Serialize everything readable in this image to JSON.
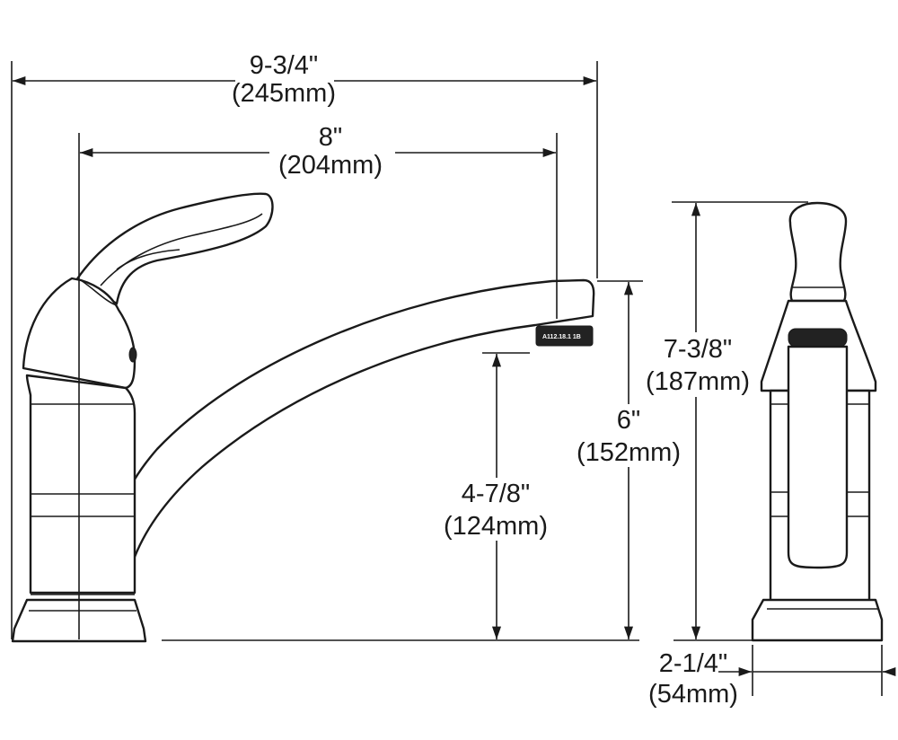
{
  "dimensions": {
    "overall_width": {
      "imperial": "9-3/4\"",
      "metric": "(245mm)"
    },
    "spout_reach": {
      "imperial": "8\"",
      "metric": "(204mm)"
    },
    "overall_height": {
      "imperial": "7-3/8\"",
      "metric": "(187mm)"
    },
    "spout_height": {
      "imperial": "6\"",
      "metric": "(152mm)"
    },
    "spout_clearance": {
      "imperial": "4-7/8\"",
      "metric": "(124mm)"
    },
    "base_diameter": {
      "imperial": "2-1/4\"",
      "metric": "(54mm)"
    }
  },
  "aerator_marking": "A112.18.1   1B"
}
